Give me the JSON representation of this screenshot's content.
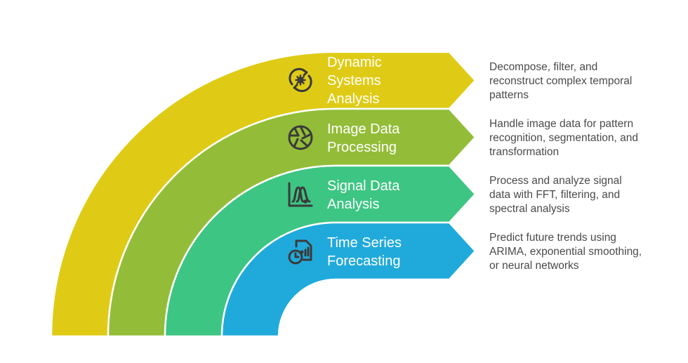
{
  "diagram": {
    "type": "nested-arc-layers",
    "layers": [
      {
        "id": "dynamic-systems",
        "title": "Dynamic\nSystems\nAnalysis",
        "icon": "gear-cycle-icon",
        "color": "#dfcb15",
        "description": "Decompose, filter, and\nreconstruct complex temporal\npatterns"
      },
      {
        "id": "image-data",
        "title": "Image Data\nProcessing",
        "icon": "camera-aperture-icon",
        "color": "#93bd38",
        "description": "Handle image data for pattern\nrecognition, segmentation, and\ntransformation"
      },
      {
        "id": "signal-data",
        "title": "Signal Data\nAnalysis",
        "icon": "signal-peaks-icon",
        "color": "#3dc583",
        "description": "Process and analyze signal\ndata with FFT, filtering, and\nspectral analysis"
      },
      {
        "id": "time-series",
        "title": "Time Series\nForecasting",
        "icon": "chart-clock-icon",
        "color": "#20aadb",
        "description": "Predict future trends using\nARIMA, exponential smoothing,\nor neural networks"
      }
    ]
  },
  "colors": {
    "text_dark": "#4a4a4a",
    "icon_stroke": "#3a3a3a",
    "title_text": "#ffffff"
  }
}
